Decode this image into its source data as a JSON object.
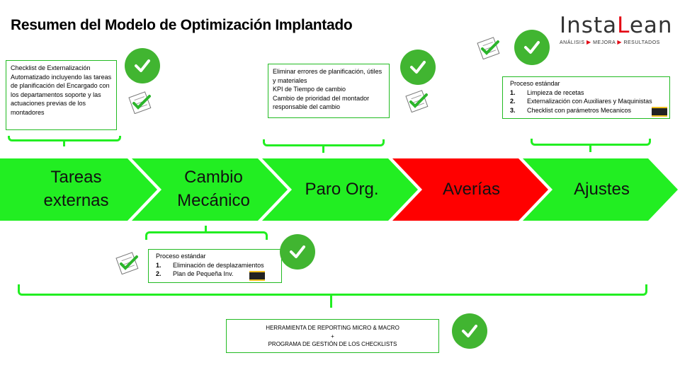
{
  "title": "Resumen del Modelo de Optimización Implantado",
  "logo": {
    "word_pre": "Insta",
    "word_accent": "L",
    "word_post": "ean",
    "tag_1": "ANÁLISIS",
    "tag_2": "MEJORA",
    "tag_3": "RESULTADOS"
  },
  "stages": [
    {
      "line1": "Tareas",
      "line2": "externas",
      "color": "#22ee22"
    },
    {
      "line1": "Cambio",
      "line2": "Mecánico",
      "color": "#22ee22"
    },
    {
      "line1": "Paro Org.",
      "line2": "",
      "color": "#22ee22"
    },
    {
      "line1": "Averías",
      "line2": "",
      "color": "#ff0000"
    },
    {
      "line1": "Ajustes",
      "line2": "",
      "color": "#22ee22"
    }
  ],
  "box_tareas": {
    "text": "Checklist de Externalización Automatizado incluyendo las tareas de planificación del Encargado con los departamentos soporte y las actuaciones previas de los montadores"
  },
  "box_paro": {
    "lines": [
      "Eliminar errores de planificación, útiles y materiales",
      "KPI de Tiempo de cambio",
      "Cambio de prioridad del montador responsable del cambio"
    ]
  },
  "box_ajustes": {
    "heading": "Proceso estándar",
    "items": [
      {
        "num": "1.",
        "text": "Limpieza de recetas"
      },
      {
        "num": "2.",
        "text": "Externalización con Auxiliares y Maquinistas"
      },
      {
        "num": "3.",
        "text": "Checklist con parámetros Mecanicos"
      }
    ]
  },
  "box_cambio": {
    "heading": "Proceso estándar",
    "items": [
      {
        "num": "1.",
        "text": "Eliminación de desplazamientos"
      },
      {
        "num": "2.",
        "text": "Plan de Pequeña Inv."
      }
    ]
  },
  "box_reporting": {
    "line1": "HERRAMIENTA DE REPORTING MICRO & MACRO",
    "line2": "+",
    "line3": "PROGRAMA DE GESTIÓN DE LOS CHECKLISTS"
  },
  "colors": {
    "accent_green": "#22ee22",
    "check_green": "#41b531",
    "alert_red": "#ff0000",
    "logo_red": "#e30613"
  },
  "icons": [
    "check-circle-icon",
    "checklist-icon",
    "work-badge-icon"
  ]
}
